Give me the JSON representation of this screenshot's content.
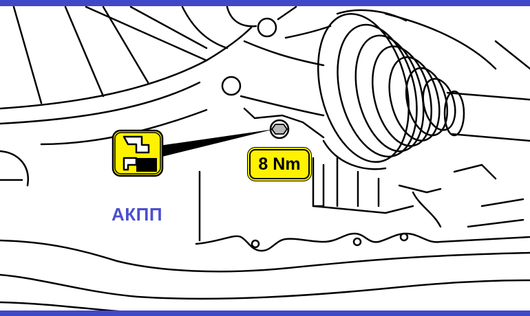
{
  "labels": {
    "torque": "8 Nm",
    "unit": "АКПП"
  },
  "icons": {
    "procedure_symbol": "tighten-bolt-symbol",
    "bolt": "hex-bolt"
  },
  "colors": {
    "band": "#4148c8",
    "badge_fill": "#fff200",
    "label_text": "#4a4fcf",
    "line": "#000000"
  }
}
